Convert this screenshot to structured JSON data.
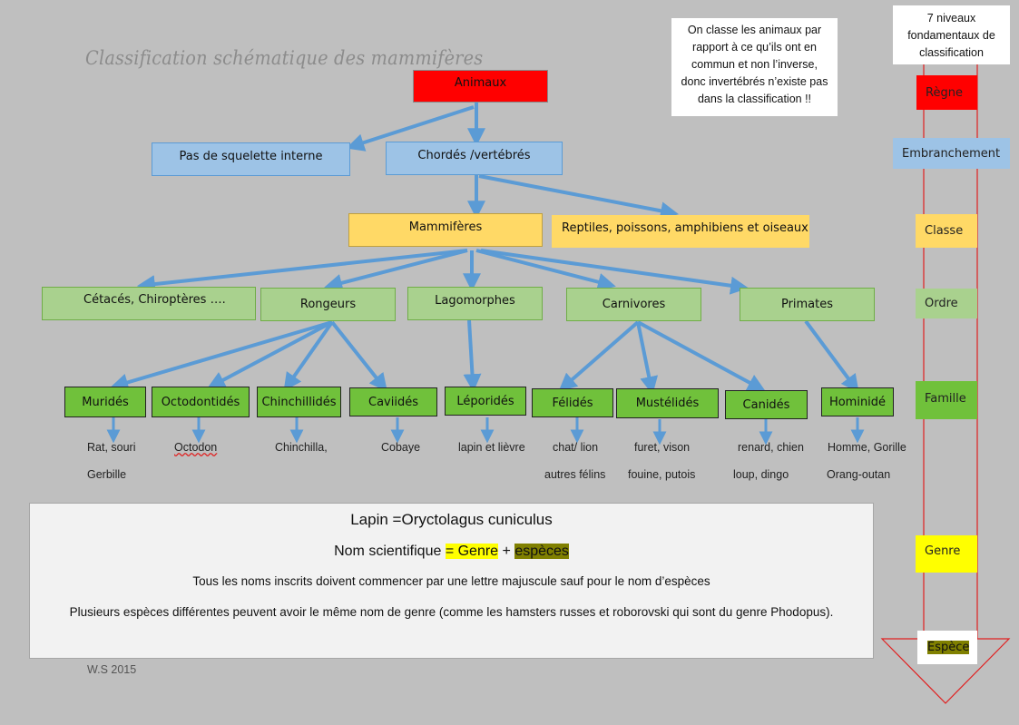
{
  "title": "Classification schématique des mammifères",
  "note": "On classe les animaux par rapport à ce qu’ils ont en commun et non l’inverse, donc invertébrés n’existe pas dans la classification !!",
  "levels_header": "7 niveaux fondamentaux de classification",
  "levels": {
    "regne": "Règne",
    "embranchement": "Embranchement",
    "classe": "Classe",
    "ordre": "Ordre",
    "famille": "Famille",
    "genre": "Genre",
    "espece": "Espèce"
  },
  "nodes": {
    "animaux": "Animaux",
    "pas_squelette": "Pas de squelette interne",
    "chordes": "Chordés /vertébrés",
    "mammiferes": "Mammifères",
    "reptiles": "Reptiles, poissons, amphibiens et oiseaux",
    "cetaces": "Cétacés, Chiroptères ….",
    "rongeurs": "Rongeurs",
    "lagomorphes": "Lagomorphes",
    "carnivores": "Carnivores",
    "primates": "Primates",
    "murides": "Muridés",
    "octodontides": "Octodontidés",
    "chinchillides": "Chinchillidés",
    "caviides": "Caviidés",
    "leporides": "Léporidés",
    "felides": "Félidés",
    "mustelides": "Mustélidés",
    "canides": "Canidés",
    "hominide": "Hominidé"
  },
  "examples": {
    "murides_1": "Rat, souri",
    "murides_2": "Gerbille",
    "octodontides_1": "Octodon",
    "chinchillides_1": "Chinchilla,",
    "caviides_1": "Cobaye",
    "leporides_1": "lapin et lièvre",
    "felides_1": "chat/ lion",
    "felides_2": "autres félins",
    "mustelides_1": "furet, vison",
    "mustelides_2": "fouine, putois",
    "canides_1": "renard, chien",
    "canides_2": "loup, dingo",
    "hominide_1": "Homme, Gorille",
    "hominide_2": "Orang-outan"
  },
  "info": {
    "line1": "Lapin =Oryctolagus cuniculus",
    "line2_prefix": "Nom scientifique ",
    "line2_genre": "= Genre",
    "line2_plus": " + ",
    "line2_especes": "espèces",
    "line3": "Tous les noms inscrits doivent commencer par une lettre majuscule sauf pour le nom d’espèces",
    "line4": "Plusieurs espèces différentes peuvent avoir le même nom de genre (comme les hamsters russes et roborovski qui sont du genre Phodopus)."
  },
  "credit": "W.S  2015",
  "colors": {
    "arrow": "#5b9bd5",
    "big_arrow": "#e02020",
    "regne": "#ff0000",
    "embranchement": "#9dc3e6",
    "classe": "#ffd966",
    "ordre": "#a9d18e",
    "famille": "#70c13b",
    "genre": "#ffff00",
    "espece_highlight": "#808000"
  }
}
